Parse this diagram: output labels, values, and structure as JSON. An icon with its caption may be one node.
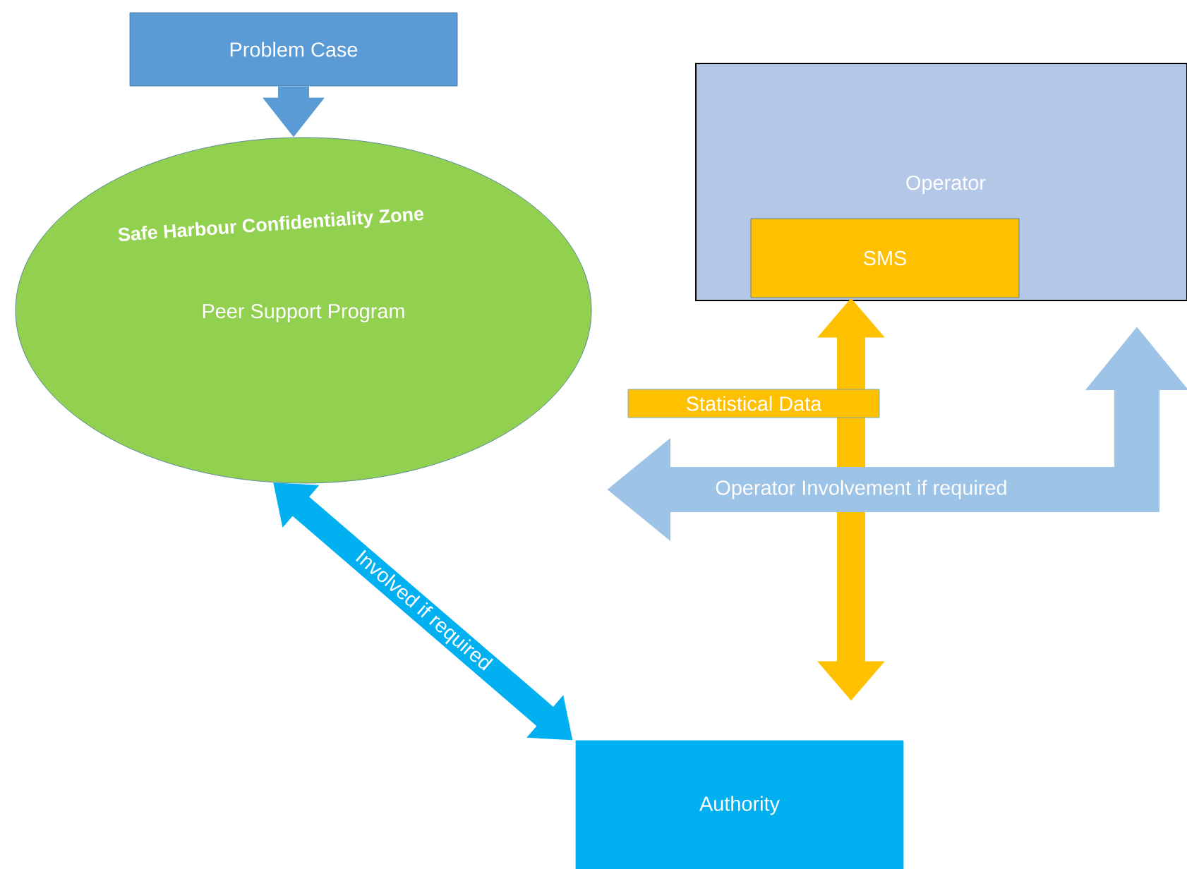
{
  "diagram": {
    "nodes": [
      {
        "text": [
          "Problem Case"
        ]
      },
      {
        "text": [
          "Safe Harbour Confidentiality Zone",
          "Peer Support Program"
        ]
      },
      {
        "text": [
          "Operator"
        ]
      },
      {
        "text": [
          "SMS"
        ],
        "in": 2
      },
      {
        "text": [
          "Authority"
        ]
      }
    ],
    "edges": [
      {
        "from": 0,
        "to": 1,
        "arrow": "to",
        "color": "#5b9bd5"
      },
      {
        "from": 1,
        "to": 4,
        "arrow": "both",
        "label": "Involved if required",
        "color": "#00b0f0"
      },
      {
        "from": 3,
        "to": 4,
        "arrow": "both",
        "label": "Statistical Data",
        "color": "#ffc000"
      },
      {
        "from": 2,
        "to": null,
        "arrow": "both",
        "label": "Operator Involvement if required",
        "color": "#9dc3e6"
      }
    ]
  }
}
